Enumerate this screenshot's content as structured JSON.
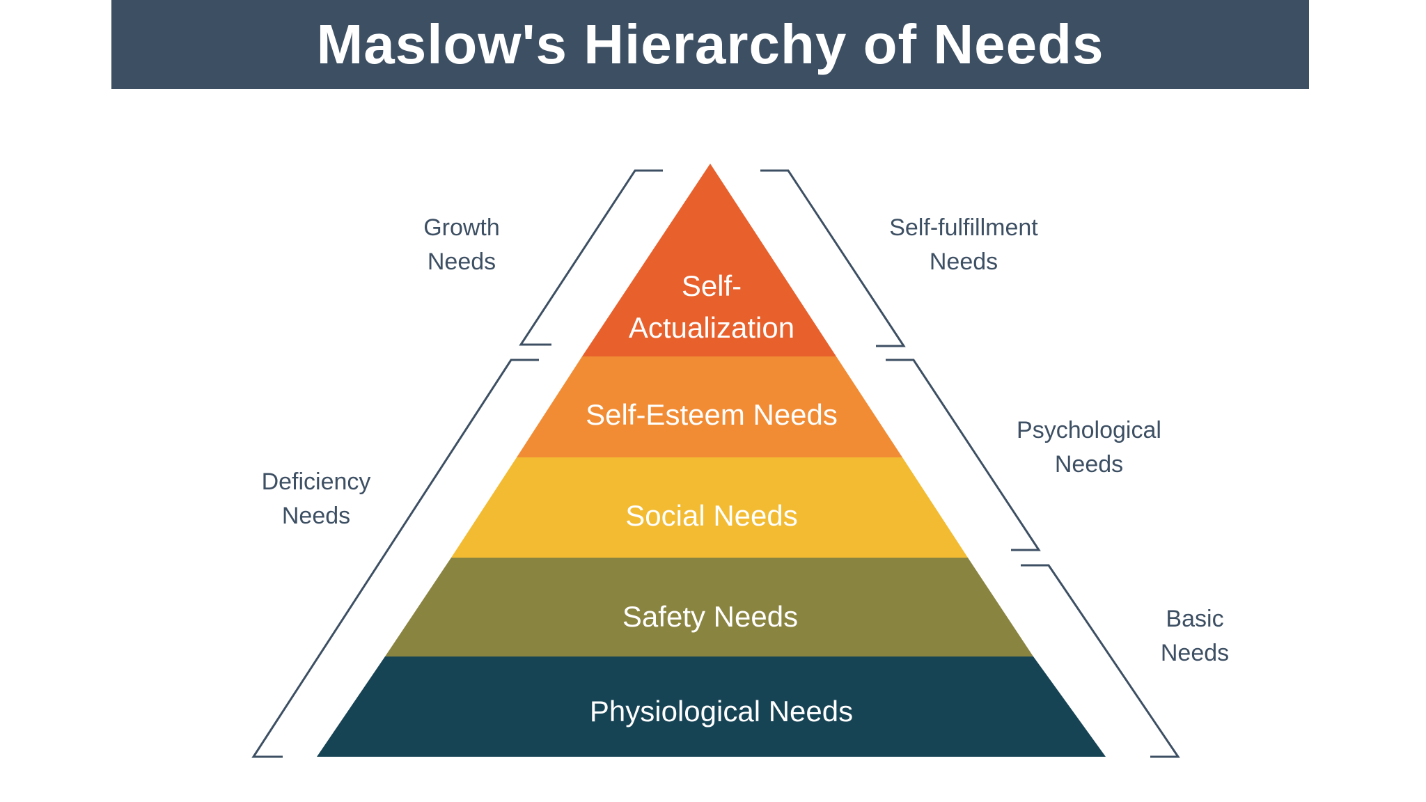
{
  "title": "Maslow's Hierarchy of Needs",
  "tiers": [
    {
      "line1": "Self-",
      "line2": "Actualization",
      "color": "#e8602c"
    },
    {
      "line1": "Self-Esteem Needs",
      "line2": "",
      "color": "#f18c35"
    },
    {
      "line1": "Social Needs",
      "line2": "",
      "color": "#f2bb32"
    },
    {
      "line1": "Safety Needs",
      "line2": "",
      "color": "#8a8441"
    },
    {
      "line1": "Physiological Needs",
      "line2": "",
      "color": "#174455"
    }
  ],
  "left_groups": [
    {
      "line1": "Growth",
      "line2": "Needs"
    },
    {
      "line1": "Deficiency",
      "line2": "Needs"
    }
  ],
  "right_groups": [
    {
      "line1": "Self-fulfillment",
      "line2": "Needs"
    },
    {
      "line1": "Psychological",
      "line2": "Needs"
    },
    {
      "line1": "Basic",
      "line2": "Needs"
    }
  ],
  "colors": {
    "title_bar": "#3d4f63",
    "title_text": "#ffffff",
    "side_text": "#3d4f63",
    "bracket": "#3d4f63"
  }
}
